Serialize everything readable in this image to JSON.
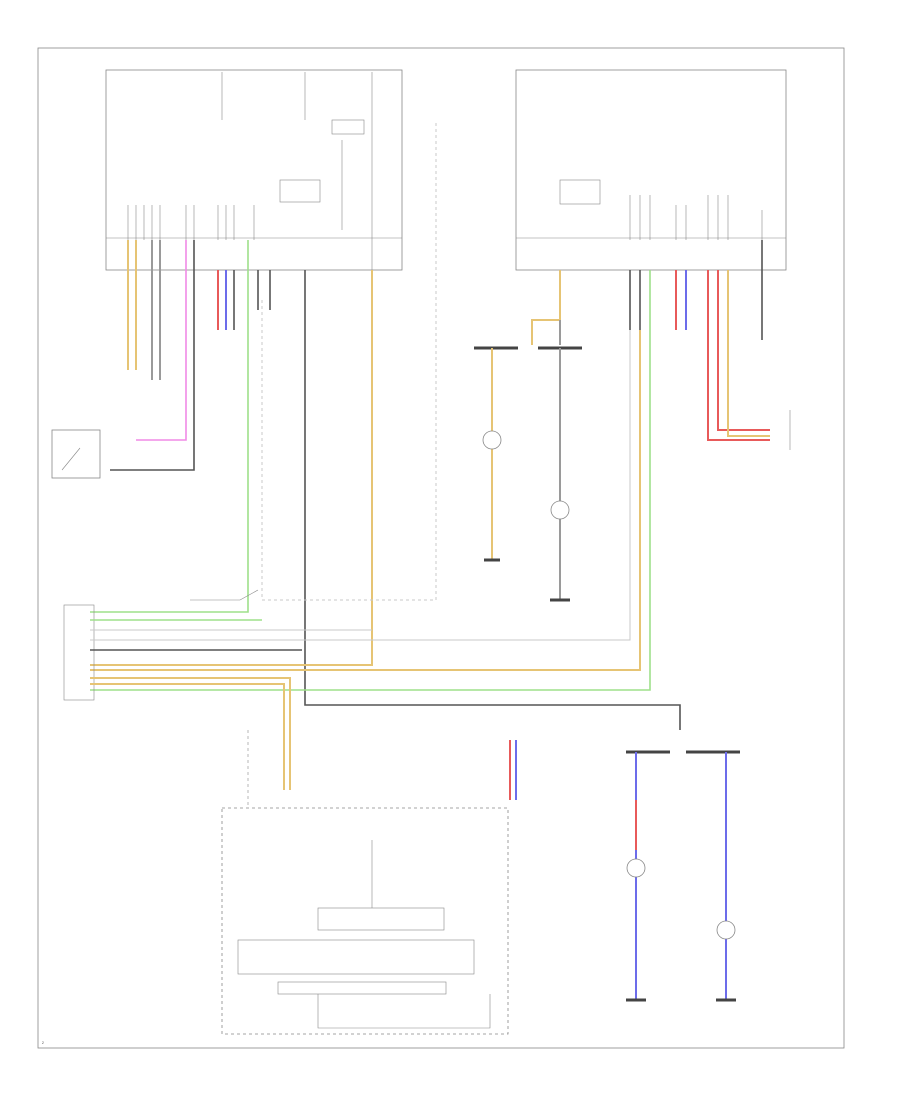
{
  "diagram": {
    "code": "2",
    "frame_label": "",
    "modules": [
      {
        "id": "left-module",
        "label": ""
      },
      {
        "id": "right-module",
        "label": ""
      },
      {
        "id": "bottom-module",
        "label": ""
      }
    ],
    "colors": {
      "yellow": "#e6c474",
      "gray": "#9a9a9a",
      "green": "#9ee08a",
      "pink": "#f08ae6",
      "red": "#e85a5a",
      "blue": "#6c6cea",
      "black": "#555555"
    }
  }
}
